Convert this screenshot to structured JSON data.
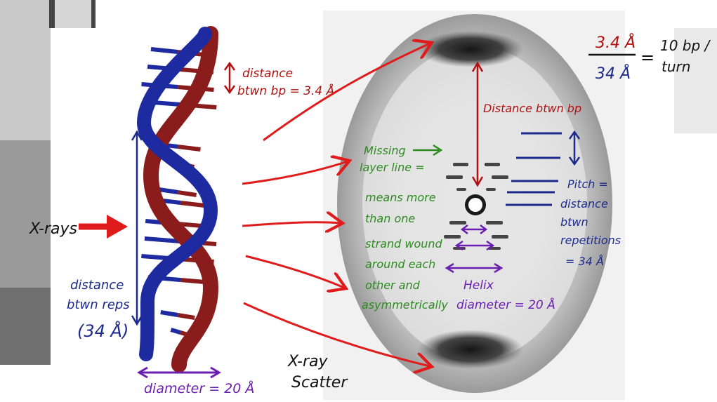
{
  "colors": {
    "helix_blue": "#1e2aa0",
    "helix_red": "#8a1c1c",
    "arrow_red": "#e01b1b",
    "annot_red": "#b01111",
    "annot_green": "#2c8a1f",
    "annot_purple": "#6a1fb0",
    "annot_blue": "#1c2a8c",
    "ink_black": "#111111"
  },
  "labels": {
    "xrays": "X-rays",
    "xray_scatter_1": "X-ray",
    "xray_scatter_2": "Scatter",
    "distance_bp_1": "distance",
    "distance_bp_2": "btwn bp = 3.4 Å",
    "distance_reps_1": "distance",
    "distance_reps_2": "btwn reps",
    "distance_reps_3": "(34 Å)",
    "diameter": "diameter = 20 Å",
    "distance_btwn_bp": "Distance btwn bp",
    "missing_1": "Missing",
    "missing_2": "layer line =",
    "missing_3": "means more",
    "missing_4": "than one",
    "missing_5": "strand wound",
    "missing_6": "around each",
    "missing_7": "other and",
    "missing_8": "asymmetrically",
    "pitch_1": "Pitch =",
    "pitch_2": "distance",
    "pitch_3": "btwn",
    "pitch_4": "repetitions",
    "pitch_5": "= 34 Å",
    "helix_1": "Helix",
    "helix_2": "diameter = 20 Å",
    "frac_num": "3.4 Å",
    "frac_den": "34 Å",
    "frac_eq": "=",
    "frac_res_1": "10 bp /",
    "frac_res_2": "turn"
  }
}
